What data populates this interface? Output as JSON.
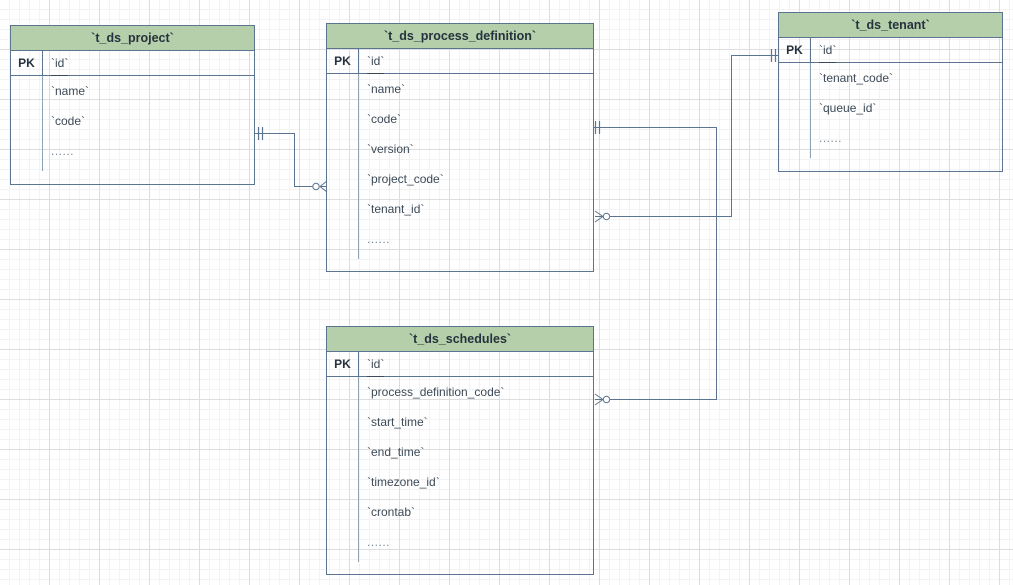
{
  "diagram": {
    "type": "entity-relationship-diagram",
    "background": "#ffffff",
    "grid_major_color": "#dddddd",
    "grid_minor_color": "#f3f3f3",
    "entity_header_color": "#b6cfab",
    "entity_border_color": "#5b7490",
    "text_color": "#3c4a57",
    "connector_color": "#5b7490"
  },
  "entities": [
    {
      "id": "t_ds_project",
      "title": "`t_ds_project`",
      "pk_label": "PK",
      "pk_field": "`id`",
      "attributes": [
        "`name`",
        "`code`",
        "......"
      ]
    },
    {
      "id": "t_ds_process_definition",
      "title": "`t_ds_process_definition`",
      "pk_label": "PK",
      "pk_field": "`id`",
      "attributes": [
        "`name`",
        "`code`",
        "`version`",
        "`project_code`",
        "`tenant_id`",
        "......"
      ]
    },
    {
      "id": "t_ds_tenant",
      "title": "`t_ds_tenant`",
      "pk_label": "PK",
      "pk_field": "`id`",
      "attributes": [
        "`tenant_code`",
        "`queue_id`",
        "......"
      ]
    },
    {
      "id": "t_ds_schedules",
      "title": "`t_ds_schedules`",
      "pk_label": "PK",
      "pk_field": "`id`",
      "attributes": [
        "`process_definition_code`",
        "`start_time`",
        "`end_time`",
        "`timezone_id`",
        "`crontab`",
        "......"
      ]
    }
  ],
  "relationships": [
    {
      "id": "project-to-process-definition",
      "from": "t_ds_project",
      "to": "t_ds_process_definition",
      "from_cardinality": "one-and-only-one",
      "to_cardinality": "zero-or-many"
    },
    {
      "id": "process-definition-to-tenant",
      "from": "t_ds_process_definition",
      "to": "t_ds_tenant",
      "from_cardinality": "zero-or-many",
      "to_cardinality": "one-and-only-one"
    },
    {
      "id": "process-definition-to-schedules",
      "from": "t_ds_process_definition",
      "to": "t_ds_schedules",
      "from_cardinality": "one-and-only-one",
      "to_cardinality": "zero-or-many"
    }
  ]
}
